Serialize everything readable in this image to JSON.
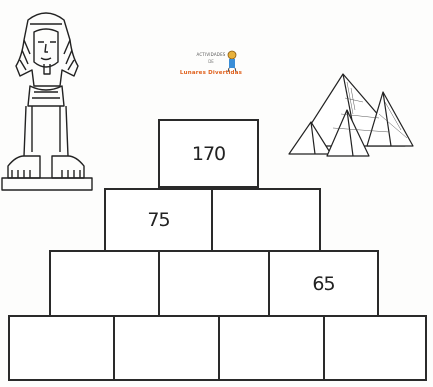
{
  "logo": {
    "top_text": "ACTIVIDADES",
    "mid_text": "DE",
    "brand_text": "Lunares Divertidas"
  },
  "pyramid": {
    "row1": [
      "170"
    ],
    "row2": [
      "75",
      ""
    ],
    "row3": [
      "",
      "",
      "65"
    ],
    "row4": [
      "",
      "",
      "",
      ""
    ]
  }
}
